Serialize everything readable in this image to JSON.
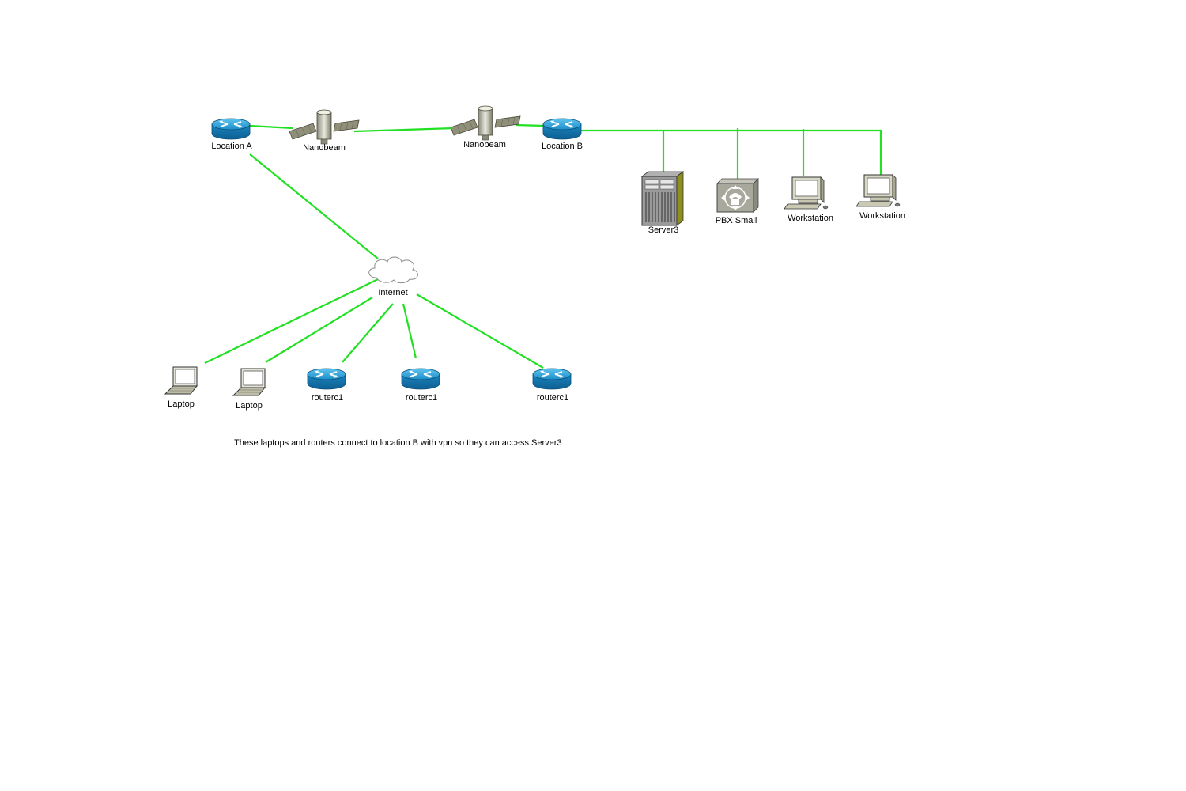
{
  "nodes": {
    "location_a": {
      "label": "Location A",
      "type": "router"
    },
    "nanobeam_1": {
      "label": "Nanobeam",
      "type": "satellite"
    },
    "nanobeam_2": {
      "label": "Nanobeam",
      "type": "satellite"
    },
    "location_b": {
      "label": "Location B",
      "type": "router"
    },
    "server3": {
      "label": "Server3",
      "type": "server"
    },
    "pbx_small": {
      "label": "PBX Small",
      "type": "pbx"
    },
    "workstation_1": {
      "label": "Workstation",
      "type": "workstation"
    },
    "workstation_2": {
      "label": "Workstation",
      "type": "workstation"
    },
    "internet": {
      "label": "Internet",
      "type": "cloud"
    },
    "laptop_1": {
      "label": "Laptop",
      "type": "laptop"
    },
    "laptop_2": {
      "label": "Laptop",
      "type": "laptop"
    },
    "routerc1_1": {
      "label": "routerc1",
      "type": "router"
    },
    "routerc1_2": {
      "label": "routerc1",
      "type": "router"
    },
    "routerc1_3": {
      "label": "routerc1",
      "type": "router"
    }
  },
  "edges": [
    [
      "location_a",
      "nanobeam_1"
    ],
    [
      "nanobeam_1",
      "nanobeam_2"
    ],
    [
      "nanobeam_2",
      "location_b"
    ],
    [
      "location_b",
      "server3"
    ],
    [
      "location_b",
      "pbx_small"
    ],
    [
      "location_b",
      "workstation_1"
    ],
    [
      "location_b",
      "workstation_2"
    ],
    [
      "location_a",
      "internet"
    ],
    [
      "internet",
      "laptop_1"
    ],
    [
      "internet",
      "laptop_2"
    ],
    [
      "internet",
      "routerc1_1"
    ],
    [
      "internet",
      "routerc1_2"
    ],
    [
      "internet",
      "routerc1_3"
    ]
  ],
  "note": "These laptops and routers connect to location B with vpn so they can access Server3",
  "colors": {
    "link": "#22e022",
    "router": "#1a8fc4",
    "background": "#ffffff"
  }
}
